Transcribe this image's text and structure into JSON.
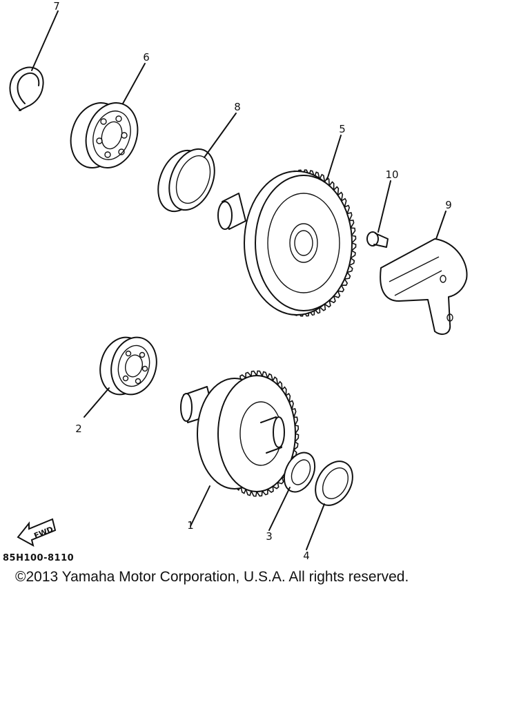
{
  "diagram": {
    "parts": [
      {
        "number": "1",
        "part": "gear"
      },
      {
        "number": "2",
        "part": "bearing"
      },
      {
        "number": "3",
        "part": "washer"
      },
      {
        "number": "4",
        "part": "washer"
      },
      {
        "number": "5",
        "part": "gear"
      },
      {
        "number": "6",
        "part": "bearing"
      },
      {
        "number": "7",
        "part": "circlip"
      },
      {
        "number": "8",
        "part": "oil-seal"
      },
      {
        "number": "9",
        "part": "plate"
      },
      {
        "number": "10",
        "part": "bolt"
      }
    ],
    "fwd_label": "FWD",
    "drawing_code": "85H100-8110"
  },
  "copyright": "©2013 Yamaha Motor Corporation, U.S.A. All rights reserved.",
  "colors": {
    "line": "#111111",
    "background": "#ffffff"
  }
}
